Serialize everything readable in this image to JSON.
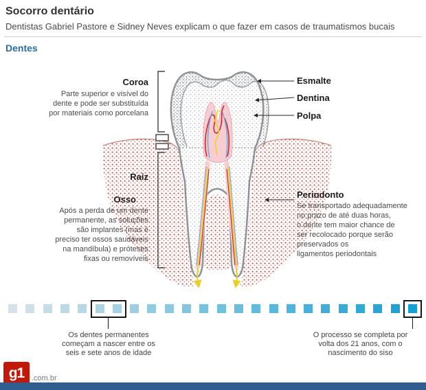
{
  "header": {
    "title": "Socorro dentário",
    "subtitle": "Dentistas Gabriel Pastore e Sidney Neves explicam o que fazer em casos de traumatismos bucais"
  },
  "section_title": "Dentes",
  "tooth": {
    "left_labels": {
      "coroa_title": "Coroa",
      "coroa_desc": "Parte superior e visível do\ndente e pode ser substituída\npor materiais como porcelana",
      "raiz_title": "Raiz",
      "osso_title": "Osso",
      "osso_desc": "Após a perda de um dente\npermanente, as soluções\nsão implantes (mas é\npreciso ter ossos saudáveis\nna mandíbula) e próteses\nfixas ou removíveis"
    },
    "right_labels": {
      "esmalte": "Esmalte",
      "dentina": "Dentina",
      "polpa": "Polpa",
      "periodonto_title": "Periodonto",
      "periodonto_desc": "Se transportado adequadamente\nno prazo de até duas horas,\no dente tem maior chance de\nser recolocado porque serão\npreservados os\nligamentos periodontais"
    }
  },
  "timeline": {
    "square_count": 24,
    "start_color": "#d7e2e8",
    "end_color": "#17a0d4",
    "left_highlight_squares": [
      5,
      6
    ],
    "right_highlight_squares": [
      23
    ],
    "left_note": "Os dentes permanentes\ncomeçam a nascer entre os\nseis e sete anos de idade",
    "right_note": "O processo se completa por\nvolta dos 21 anos, com o\nnascimento do siso"
  },
  "footer": {
    "logo_text": "g1",
    "domain_text": ".com.br"
  },
  "colors": {
    "accent_blue": "#2a6da4",
    "bottom_bar": "#2e5f8e",
    "logo_red": "#c21808"
  }
}
